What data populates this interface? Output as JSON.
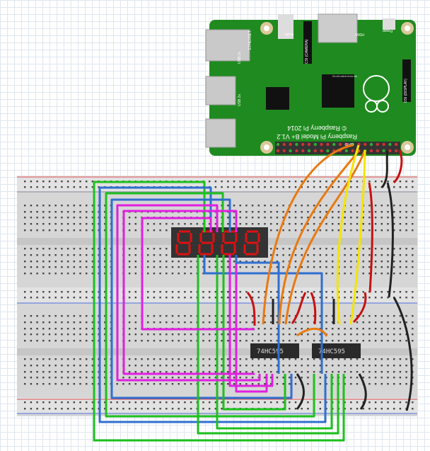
{
  "raspberry_pi": {
    "model": "Raspberry Pi Model B+ V1.2",
    "copyright": "© Raspberry Pi 2014",
    "url": "http://www.raspberrypi.org",
    "labels": {
      "ethernet": "ETHERNET",
      "audio": "Audio",
      "csi": "CSI (CAMERA)",
      "hdmi": "HDMI",
      "power": "Power",
      "usb1": "USB 2x",
      "usb2": "USB 2x",
      "dsi": "DSI (DISPLAY)",
      "gpio": "GPIO"
    },
    "board_color": "#1f8a1f"
  },
  "chips": [
    {
      "label": "74HC595"
    },
    {
      "label": "74HC595"
    }
  ],
  "display": {
    "type": "4-digit 7-segment",
    "digits": 4,
    "segment_color": "#e01010"
  },
  "wire_colors": {
    "orange": "#e87a10",
    "yellow": "#f5e400",
    "red": "#c81010",
    "black": "#222222",
    "blue": "#2f6fd0",
    "green": "#1ec01e",
    "magenta": "#e020e0"
  }
}
